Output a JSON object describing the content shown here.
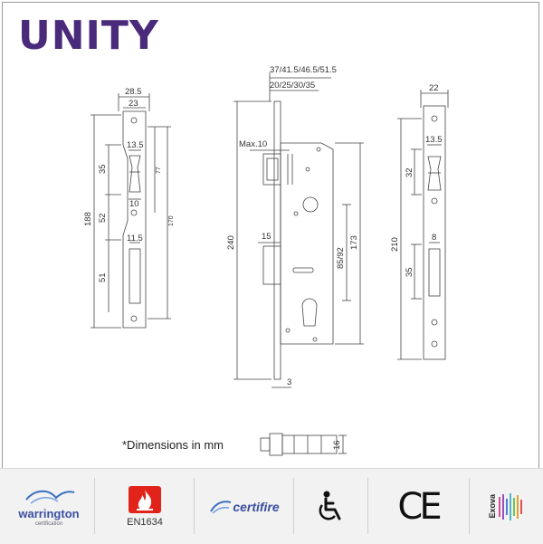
{
  "brand": {
    "logo_text": "UNITY",
    "color": "#4a2a7a"
  },
  "drawing": {
    "faceplate_left": {
      "top_width_outer": "28.5",
      "top_width_inner": "23",
      "hole_width": "13.5",
      "hole_lower": "10",
      "slot_width": "11.5",
      "overall_height": "188",
      "upper_segment": "35",
      "middle_segment": "52",
      "lower_segment": "51",
      "right_dim_upper": "77",
      "right_dim_total": "170"
    },
    "lock_body": {
      "backset_options": "37/41.5/46.5/51.5",
      "backset_inner": "20/25/30/35",
      "max_label": "Max.10",
      "latch_width": "15",
      "overall_height": "240",
      "centers": "85/92",
      "body_height": "173",
      "faceplate_thickness": "3"
    },
    "faceplate_right": {
      "top_width": "22",
      "hole_width": "13.5",
      "slot_width": "8",
      "overall_height": "210",
      "upper_segment": "32",
      "lower_segment": "35"
    },
    "side_view": {
      "thickness": "16"
    }
  },
  "note": "*Dimensions in mm",
  "certifications": {
    "warrington": {
      "name": "warrington",
      "sub": "certification",
      "icon": "warrington-logo-icon"
    },
    "fire": {
      "label": "EN1634",
      "icon": "flame-icon",
      "color": "#e2231a"
    },
    "certifire": {
      "name": "certifire",
      "icon": "certifire-swoosh-icon"
    },
    "accessibility": {
      "icon": "wheelchair-icon"
    },
    "ce": {
      "mark": "CE",
      "icon": "ce-mark-icon"
    },
    "exova": {
      "name": "Exova",
      "icon": "exova-bars-icon"
    }
  }
}
